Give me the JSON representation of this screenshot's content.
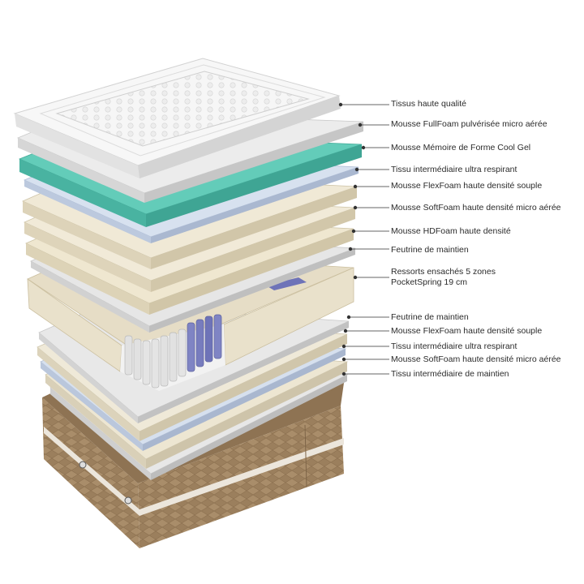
{
  "diagram": {
    "type": "exploded-layer-diagram",
    "subject": "mattress",
    "layers": [
      {
        "label": "Tissus haute qualité"
      },
      {
        "label": "Mousse FullFoam pulvérisée micro aérée"
      },
      {
        "label": "Mousse Mémoire de Forme Cool Gel"
      },
      {
        "label": "Tissu intermédiaire ultra respirant"
      },
      {
        "label": "Mousse FlexFoam haute densité souple"
      },
      {
        "label": "Mousse SoftFoam haute densité micro aérée"
      },
      {
        "label": "Mousse HDFoam haute densité"
      },
      {
        "label": "Feutrine de maintien"
      },
      {
        "label": "Ressorts ensachés 5 zones",
        "label2": "PocketSpring 19 cm"
      },
      {
        "label": "Feutrine de maintien"
      },
      {
        "label": "Mousse FlexFoam haute densité souple"
      },
      {
        "label": "Tissu intermédiaire ultra respirant"
      },
      {
        "label": "Mousse SoftFoam haute densité micro aérée"
      },
      {
        "label": "Tissu intermédiaire de maintien"
      }
    ],
    "colors": {
      "cover": "#f4f4f4",
      "gel": "#5fc8b6",
      "mesh": "#d7e1ee",
      "foam": "#ebe4d0",
      "felt": "#dcd6c2",
      "spring_box": "#e3dac3",
      "spring_accent": "#6e73b8",
      "base": "#a68a68",
      "leader": "#333333"
    }
  }
}
